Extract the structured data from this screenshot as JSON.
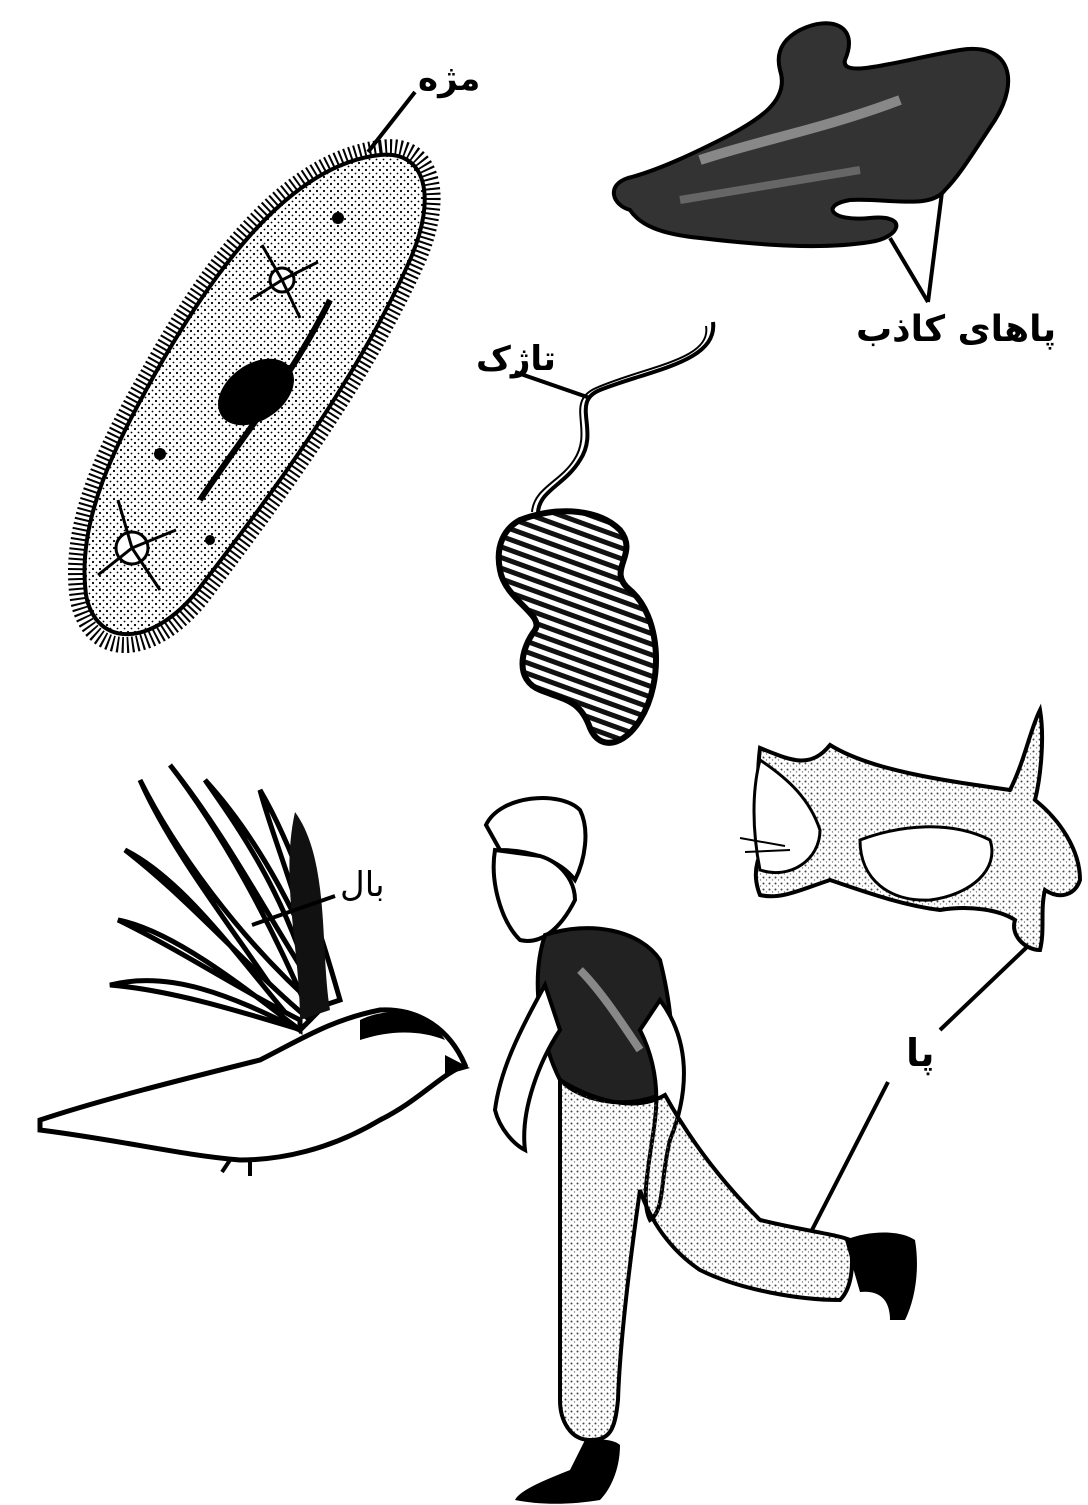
{
  "labels": {
    "cilia": "مژه",
    "pseudopodia": "پاهای کاذب",
    "flagellum": "تاژک",
    "wing": "بال",
    "leg": "پا"
  }
}
